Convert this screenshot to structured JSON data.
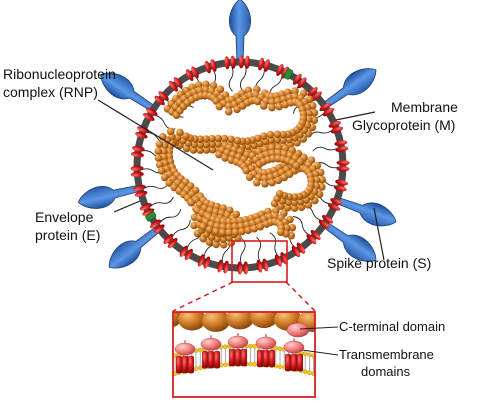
{
  "labels": {
    "rnp": [
      "Ribonucleoprotein",
      "complex (RNP)"
    ],
    "membrane": [
      "Membrane",
      "Glycoprotein (M)"
    ],
    "envelope": [
      "Envelope",
      "protein (E)"
    ],
    "spike": "Spike protein (S)",
    "c_terminal": "C-terminal domain",
    "transmembrane": [
      "Transmembrane",
      "domains"
    ]
  },
  "colors": {
    "spike": "#3a73c4",
    "envelope_ring": "#4a4a4a",
    "m_protein": "#cc1111",
    "e_protein": "#2e8b3a",
    "rnp": "#c8741f",
    "zoom_box": "#d42020",
    "lipid_head": "#f2c22b",
    "c_terminal": "#f08080"
  }
}
